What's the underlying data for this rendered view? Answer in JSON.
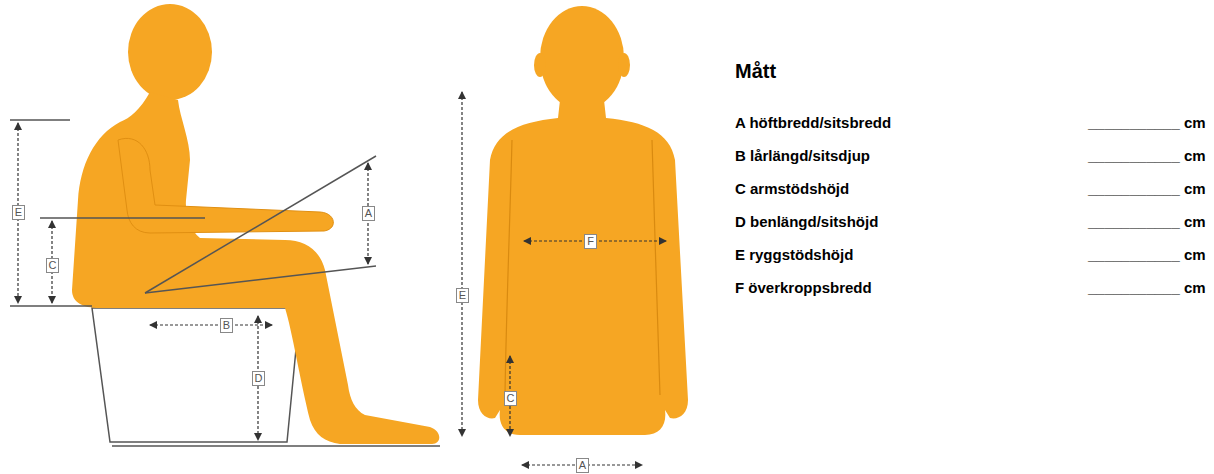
{
  "diagram": {
    "title": "Mått",
    "labels": [
      "E",
      "C",
      "A",
      "B",
      "D",
      "E",
      "F",
      "C",
      "A",
      "A höftbredd/sitsbredd",
      "B lårlängd/sitsdjup",
      "C armstödshöjd",
      "D benlängd/sitshöjd",
      "E ryggstödshöjd",
      "F överkroppsbredd",
      "___________ cm",
      "___________ cm",
      "___________ cm",
      "___________ cm",
      "___________ cm",
      "___________ cm"
    ]
  }
}
